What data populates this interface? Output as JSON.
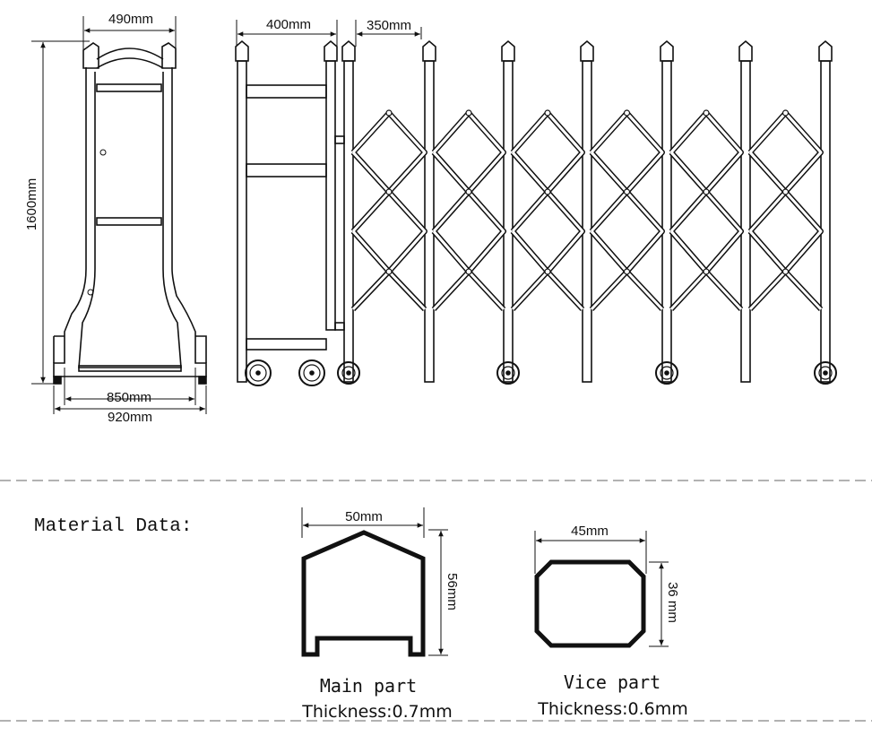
{
  "side_view": {
    "top_width": "490mm",
    "height": "1600mm",
    "inner_width": "850mm",
    "outer_width": "920mm"
  },
  "front_view": {
    "head_width": "400mm",
    "panel_spacing": "350mm"
  },
  "material": {
    "heading": "Material Data:",
    "main_part": {
      "width": "50mm",
      "height": "56mm",
      "name": "Main part",
      "thickness": "Thickness:0.7mm"
    },
    "vice_part": {
      "width": "45mm",
      "height": "36 mm",
      "name": "Vice part",
      "thickness": "Thickness:0.6mm"
    }
  }
}
